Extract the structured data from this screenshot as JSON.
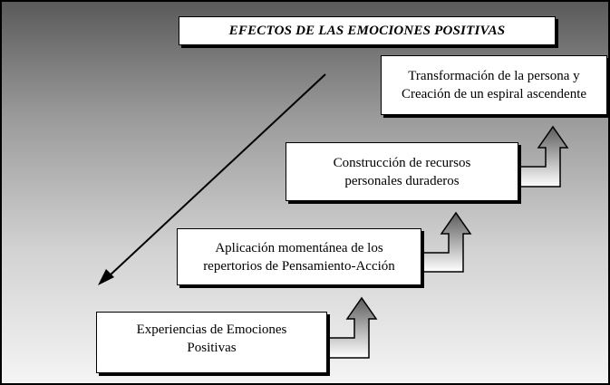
{
  "diagram": {
    "title": "EFECTOS DE LAS EMOCIONES POSITIVAS",
    "steps": [
      {
        "line1": "Experiencias de Emociones",
        "line2": "Positivas"
      },
      {
        "line1": "Aplicación momentánea de los",
        "line2": "repertorios de Pensamiento-Acción"
      },
      {
        "line1": "Construcción de recursos",
        "line2": "personales duraderos"
      },
      {
        "line1": "Transformación de la persona y",
        "line2": "Creación de un espiral ascendente"
      }
    ]
  },
  "colors": {
    "gradient_top": "#5a5a5a",
    "gradient_bottom": "#f4f4f4",
    "box_fill": "#ffffff",
    "border": "#000000"
  },
  "icons": [
    "diagonal-arrow-icon",
    "step-up-arrow-icon"
  ]
}
